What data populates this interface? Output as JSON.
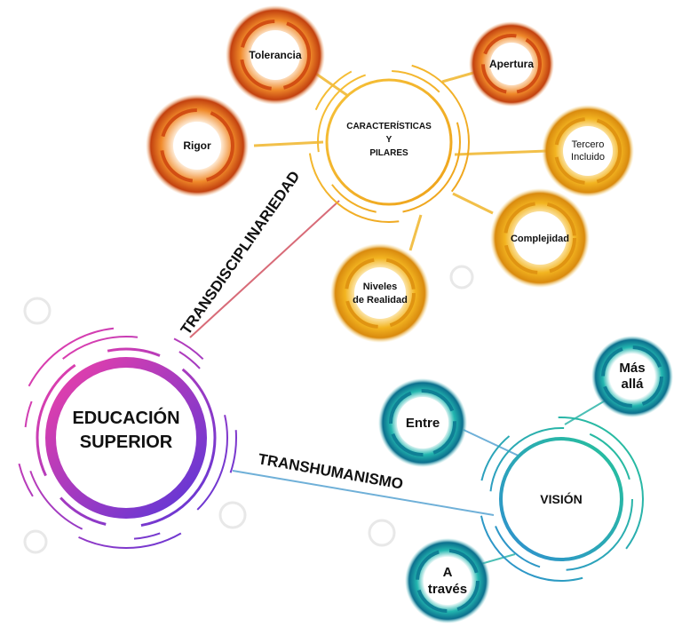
{
  "center": {
    "line1": "EDUCACIÓN",
    "line2": "SUPERIOR"
  },
  "edges": {
    "trans1": "TRANSDISCIPLINARIEDAD",
    "trans2": "TRANSHUMANISMO"
  },
  "pillars": {
    "title1": "CARACTERÍSTICAS",
    "title2": "Y",
    "title3": "PILARES",
    "items": [
      {
        "line1": "Tolerancia"
      },
      {
        "line1": "Apertura"
      },
      {
        "line1": "Rigor"
      },
      {
        "line1": "Tercero",
        "line2": "Incluido"
      },
      {
        "line1": "Complejidad"
      },
      {
        "line1": "Niveles",
        "line2": "de Realidad"
      }
    ]
  },
  "vision": {
    "title": "VISIÓN",
    "items": [
      {
        "line1": "Entre"
      },
      {
        "line1": "Más",
        "line2": "allá"
      },
      {
        "line1": "A",
        "line2": "través"
      }
    ]
  },
  "colors": {
    "magenta": "#e83ab0",
    "purple": "#5b34d6",
    "orange": "#e8731c",
    "yellow": "#f4b91f",
    "teal": "#1aa7a4",
    "blue": "#2a7fc4"
  }
}
